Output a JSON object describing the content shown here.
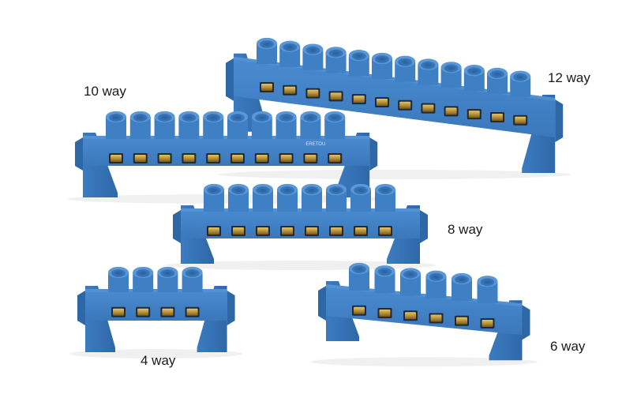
{
  "bars": [
    {
      "id": "12",
      "label": "12 way",
      "ways": 12
    },
    {
      "id": "10",
      "label": "10 way",
      "ways": 10,
      "mark": "ERETOU"
    },
    {
      "id": "8",
      "label": "8 way",
      "ways": 8
    },
    {
      "id": "4",
      "label": "4 way",
      "ways": 4
    },
    {
      "id": "6",
      "label": "6 way",
      "ways": 6
    }
  ],
  "colors": {
    "background": "#ffffff",
    "insulator": "#3f7fc4",
    "insulator_dark": "#2e67a6",
    "insulator_light": "#5a97d6",
    "brass": "#c9a24a",
    "label_text": "#1a1a1a"
  }
}
